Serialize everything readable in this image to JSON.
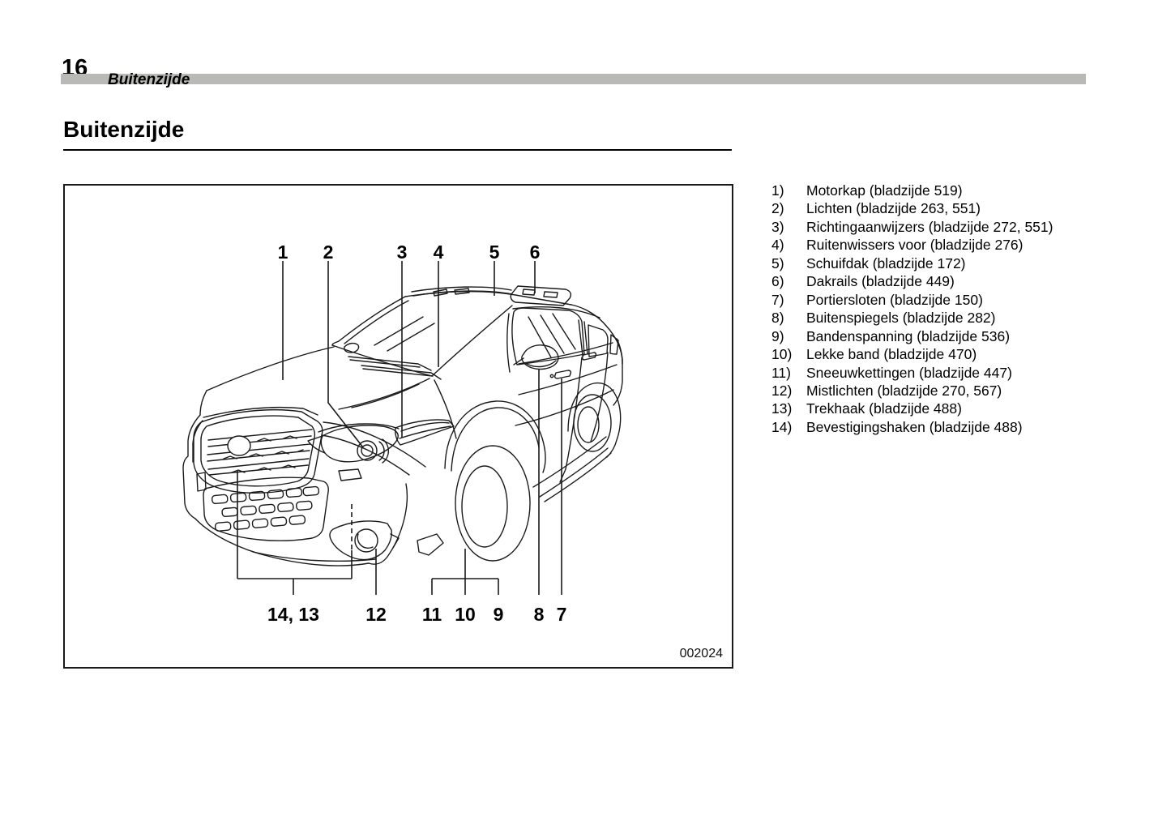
{
  "page": {
    "page_number": "16",
    "header_section": "Buitenzijde",
    "title": "Buitenzijde"
  },
  "diagram": {
    "figure_code": "002024",
    "callouts_top": [
      "1",
      "2",
      "3",
      "4",
      "5",
      "6"
    ],
    "callouts_bottom": [
      "14, 13",
      "12",
      "11",
      "10",
      "9",
      "8",
      "7"
    ]
  },
  "legend": {
    "items": [
      {
        "num": "1)",
        "text": "Motorkap (bladzijde 519)"
      },
      {
        "num": "2)",
        "text": "Lichten (bladzijde 263, 551)"
      },
      {
        "num": "3)",
        "text": "Richtingaanwijzers (bladzijde 272, 551)"
      },
      {
        "num": "4)",
        "text": "Ruitenwissers voor (bladzijde 276)"
      },
      {
        "num": "5)",
        "text": "Schuifdak (bladzijde 172)"
      },
      {
        "num": "6)",
        "text": "Dakrails (bladzijde 449)"
      },
      {
        "num": "7)",
        "text": "Portiersloten (bladzijde 150)"
      },
      {
        "num": "8)",
        "text": "Buitenspiegels (bladzijde 282)"
      },
      {
        "num": "9)",
        "text": "Bandenspanning (bladzijde 536)"
      },
      {
        "num": "10)",
        "text": "Lekke band (bladzijde 470)"
      },
      {
        "num": "11)",
        "text": "Sneeuwkettingen (bladzijde 447)"
      },
      {
        "num": "12)",
        "text": "Mistlichten (bladzijde 270, 567)"
      },
      {
        "num": "13)",
        "text": "Trekhaak (bladzijde 488)"
      },
      {
        "num": "14)",
        "text": "Bevestigingshaken (bladzijde 488)"
      }
    ]
  },
  "colors": {
    "header_bar": "#b9b9b6",
    "line_art": "#1a1a1a",
    "text": "#000000"
  }
}
